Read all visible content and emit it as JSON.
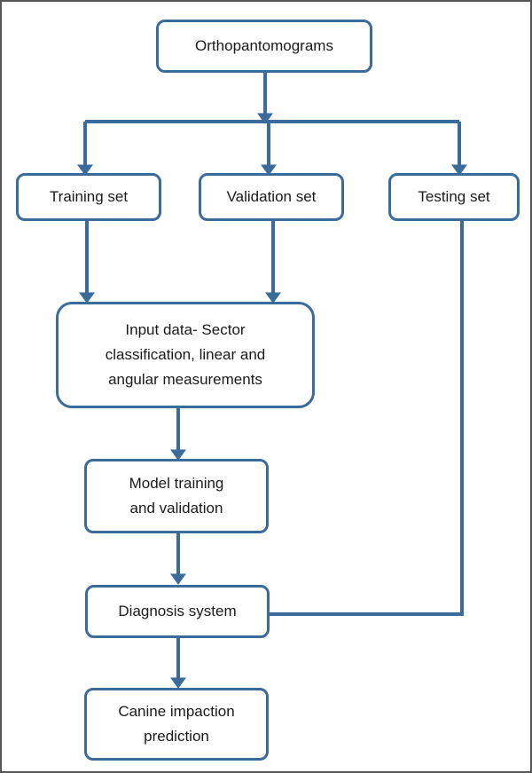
{
  "diagram": {
    "type": "flowchart",
    "colors": {
      "stroke": "#3a6b9a",
      "text": "#1a1a1a",
      "background": "#ffffff",
      "frame": "#555555"
    },
    "nodes": {
      "orthopantomograms": "Orthopantomograms",
      "training_set": "Training set",
      "validation_set": "Validation set",
      "testing_set": "Testing set",
      "input_data": {
        "line1": "Input data- Sector",
        "line2": "classification, linear and",
        "line3": "angular measurements"
      },
      "model_training": {
        "line1": "Model training",
        "line2": "and validation"
      },
      "diagnosis_system": "Diagnosis system",
      "canine_prediction": {
        "line1": "Canine impaction",
        "line2": "prediction"
      }
    },
    "edges": [
      {
        "from": "Orthopantomograms",
        "to": "Training set"
      },
      {
        "from": "Orthopantomograms",
        "to": "Validation set"
      },
      {
        "from": "Orthopantomograms",
        "to": "Testing set"
      },
      {
        "from": "Training set",
        "to": "Input data"
      },
      {
        "from": "Validation set",
        "to": "Input data"
      },
      {
        "from": "Input data",
        "to": "Model training and validation"
      },
      {
        "from": "Model training and validation",
        "to": "Diagnosis system"
      },
      {
        "from": "Testing set",
        "to": "Diagnosis system"
      },
      {
        "from": "Diagnosis system",
        "to": "Canine impaction prediction"
      }
    ]
  }
}
